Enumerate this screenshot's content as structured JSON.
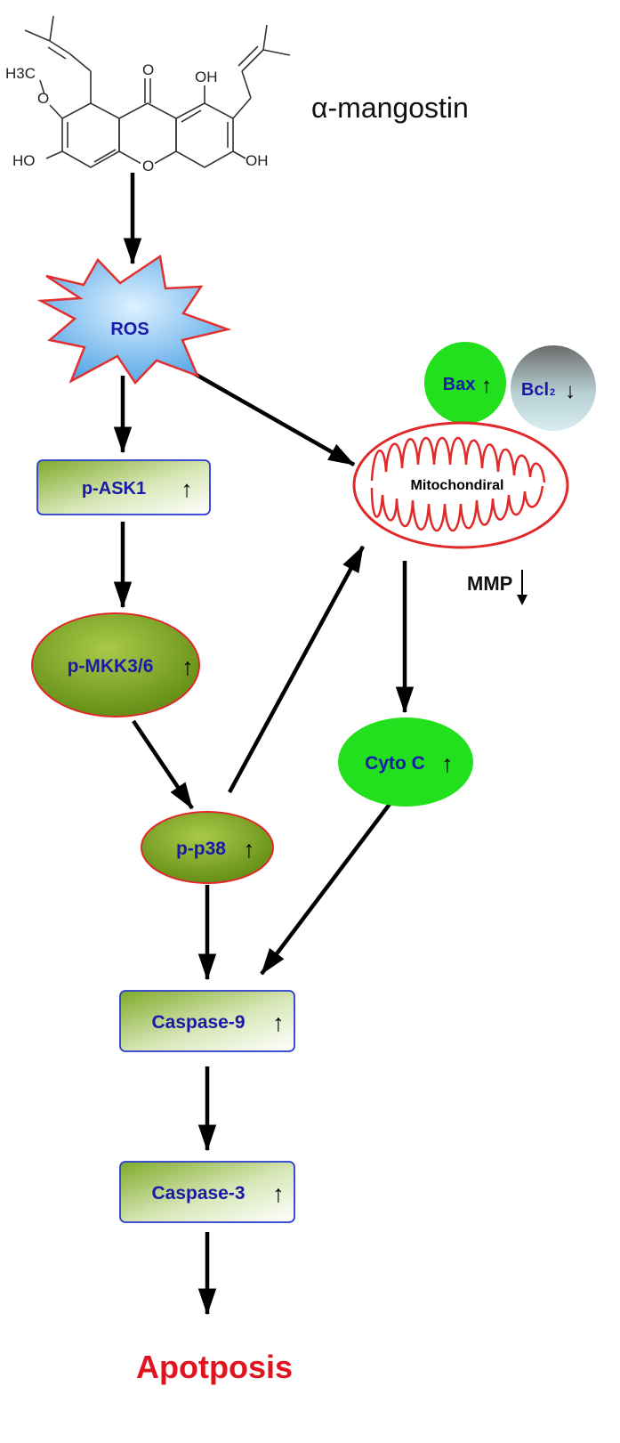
{
  "compound": {
    "name": "α-mangostin",
    "groups": {
      "h3c": "H3C",
      "o_methoxy": "O",
      "carbonyl": "O",
      "oh_top": "OH",
      "ho_left": "HO",
      "ring_o": "O",
      "oh_right": "OH"
    }
  },
  "nodes": {
    "ros": "ROS",
    "p_ask1": "p-ASK1",
    "p_mkk": "p-MKK3/6",
    "p_p38": "p-p38",
    "bax": "Bax",
    "bcl2": "Bcl",
    "bcl2_sub": "2",
    "mitochondria": "Mitochondiral",
    "mmp": "MMP",
    "cyto_c": "Cyto C",
    "caspase9": "Caspase-9",
    "caspase3": "Caspase-3",
    "apoptosis": "Apotposis"
  },
  "indicators": {
    "up": "↑",
    "down": "↓"
  },
  "colors": {
    "label_blue": "#1a1aa8",
    "apoptosis_red": "#e0141e",
    "node_green": "#22e01e",
    "mito_red": "#e02a2a",
    "olive": "#6f9a1c"
  }
}
